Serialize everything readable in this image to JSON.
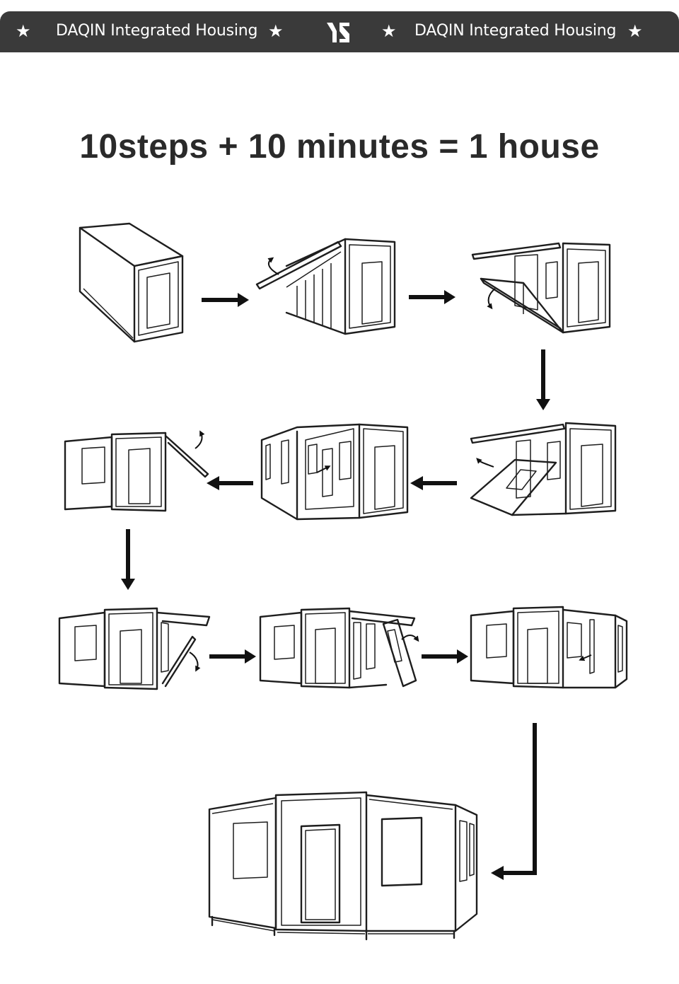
{
  "banner": {
    "left_star": "★",
    "left_brand": "DAQIN Integrated Housing",
    "mid_star_left": "★",
    "mid_star_right": "★",
    "right_brand": "DAQIN Integrated Housing",
    "right_star": "★",
    "logo_icon": "ys-monogram-icon",
    "background": "#3a3a3a",
    "text_color": "#ffffff"
  },
  "headline": "10steps + 10 minutes = 1 house",
  "diagram": {
    "steps": [
      {
        "name": "step-1-folded-container"
      },
      {
        "name": "step-2-roof-panel-raised"
      },
      {
        "name": "step-3-floor-panel-lowered"
      },
      {
        "name": "step-4-wall-panel-unfolding"
      },
      {
        "name": "step-5-left-wing-open"
      },
      {
        "name": "step-6-left-side-roof-lifting"
      },
      {
        "name": "step-7-right-side-closing"
      },
      {
        "name": "step-8-right-wing-unfolding"
      },
      {
        "name": "step-9-both-wings-open"
      },
      {
        "name": "step-10-finished-house"
      }
    ],
    "arrow_icon": "arrow-icon",
    "rotate_icon": "curved-arrow-icon"
  }
}
